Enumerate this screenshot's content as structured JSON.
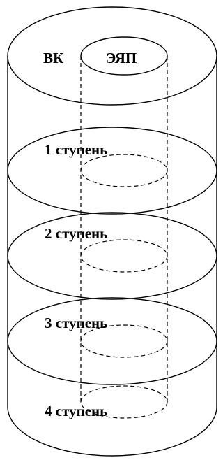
{
  "diagram": {
    "outer_label": "ВК",
    "inner_label": "ЭЯП",
    "stages": [
      {
        "label": "1 ступень"
      },
      {
        "label": "2 ступень"
      },
      {
        "label": "3 ступень"
      },
      {
        "label": "4 ступень"
      }
    ]
  }
}
